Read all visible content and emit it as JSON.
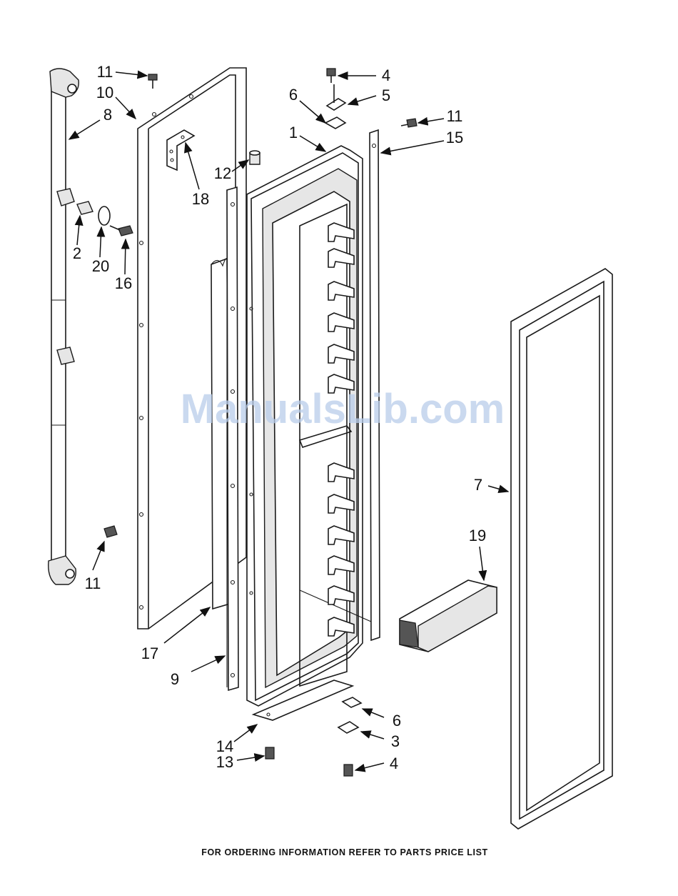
{
  "watermark": "ManualsLib.com",
  "footer": "FOR ORDERING INFORMATION REFER TO PARTS PRICE LIST",
  "callouts": [
    "11",
    "10",
    "8",
    "2",
    "20",
    "16",
    "18",
    "4",
    "5",
    "6",
    "11",
    "1",
    "15",
    "12",
    "7",
    "19",
    "11",
    "17",
    "9",
    "14",
    "13",
    "6",
    "3",
    "4"
  ]
}
